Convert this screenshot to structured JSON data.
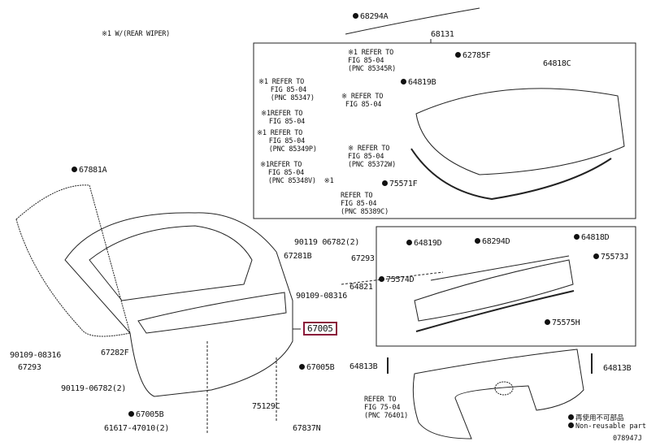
{
  "title_note": "※1 W/(REAR WIPER)",
  "parts": {
    "p68294A": "68294A",
    "p68131": "68131",
    "p62785F": "62785F",
    "p64818C": "64818C",
    "p64819B": "64819B",
    "p75571F": "75571F",
    "p67881A": "67881A",
    "p64819D": "64819D",
    "p68294D": "68294D",
    "p64818D": "64818D",
    "p75573J": "75573J",
    "p64821": "64821",
    "p75574D": "75574D",
    "p75575H": "75575H",
    "p64813B_l": "64813B",
    "p64813B_r": "64813B",
    "p90119_r": "90119  06782(2)",
    "p67281B": "67281B",
    "p67293_r": "67293",
    "p90109_r": "90109-08316",
    "p67005": "67005",
    "p67005B_r": "67005B",
    "p67282F": "67282F",
    "p90109_l": "90109-08316",
    "p67293_l": "67293",
    "p90119_l": "90119-06782(2)",
    "p67005B_l": "67005B",
    "p75129C": "75129C",
    "p61617": "61617-47010(2)",
    "p67837N": "67837N"
  },
  "refs": {
    "r85345R": "※1 REFER TO\nFIG 85-04\n(PNC 85345R)",
    "r85347": "※1 REFER TO\n   FIG 85-04\n   (PNC 85347)",
    "r8504a": "※ REFER TO\n FIG 85-04",
    "r8504b": "※1REFER TO\n  FIG 85-04",
    "r85349P": "※1 REFER TO\n   FIG 85-04\n   (PNC 85349P)",
    "r85372W": "※ REFER TO\nFIG 85-04\n(PNC 85372W)",
    "r85348V": "※1REFER TO\n  FIG 85-04\n  (PNC 85348V)  ※1",
    "r85389C": "REFER TO\nFIG 85-04\n(PNC 85389C)",
    "r76401": "REFER TO\nFIG 75-04\n(PNC 76401)"
  },
  "legend": {
    "jp": "再使用不可部品",
    "en": "Non-reusable part"
  },
  "diagram_code": "078947J",
  "colors": {
    "highlight": "#8b1a3a"
  }
}
